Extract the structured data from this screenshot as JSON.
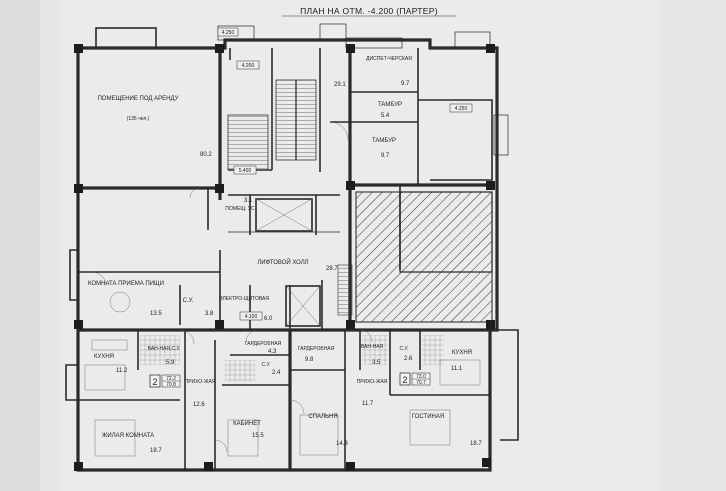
{
  "title": "ПЛАН НА ОТМ. -4.200 (ПАРТЕР)",
  "levels": [
    "4.250",
    "4.200",
    "4.250",
    "5.400",
    "4.100"
  ],
  "rooms": {
    "rental": {
      "label": "ПОМЕЩЕНИЕ ПОД АРЕНДУ",
      "sub": "(135 чел.)",
      "area": "80.2"
    },
    "dispatch": {
      "label": "ДИСПЕТ-ЧЕРСКАЯ",
      "area": "9.7"
    },
    "vestibule1": {
      "label": "ТАМБУР",
      "area": "5.4"
    },
    "vestibule2": {
      "label": "ТАМБУР",
      "area": "9.7"
    },
    "stair": {
      "area": "29.1"
    },
    "wc_pom": {
      "label": "ПОМЕЩ. УС",
      "area": "3.1"
    },
    "lift_hall": {
      "label": "ЛИФТОВОЙ ХОЛЛ",
      "area": "28.7"
    },
    "food_room": {
      "label": "КОМНАТА ПРИЕМА ПИЩИ",
      "area": "13.5"
    },
    "wc_small": {
      "label": "С.У.",
      "area": "3.8"
    },
    "electro": {
      "label": "ЭЛЕКТРО-ЩИТОВАЯ",
      "area": "6.0"
    },
    "kitchen_l": {
      "label": "КУХНЯ",
      "area": "11.2"
    },
    "bath_l": {
      "label": "ВАН-НАЯ,С.У.",
      "area": "5.9"
    },
    "wardrobe_l": {
      "label": "ГАРДЕРОБНАЯ",
      "area": "4.3"
    },
    "wardrobe_r": {
      "label": "ГАРДЕРОБНАЯ",
      "area": "9.8"
    },
    "bath_r": {
      "label": "ВАН-НАЯ",
      "area": "3.5"
    },
    "wc_r": {
      "label": "С.У.",
      "area": "2.6"
    },
    "kitchen_r": {
      "label": "КУХНЯ",
      "area": "11.1"
    },
    "hall_l": {
      "label": "ПРИХО-ЖАЯ",
      "area": "12.6"
    },
    "hall_r": {
      "label": "ПРИХО-ЖАЯ",
      "area": "11.7"
    },
    "living_l": {
      "label": "ЖИЛАЯ КОМНАТА",
      "area": "18.7"
    },
    "cabinet": {
      "label": "КАБИНЕТ",
      "area": "15.5"
    },
    "bedroom": {
      "label": "СПАЛЬНЯ",
      "area": "14.3"
    },
    "guest": {
      "label": "ГОСТИНАЯ",
      "area": "18.7"
    },
    "wc_mid": {
      "label": "С.У.",
      "area": "2.4"
    }
  },
  "apartments": [
    {
      "rooms": "2",
      "area_a": "72.2",
      "area_b": "70.8"
    },
    {
      "rooms": "2",
      "area_a": "73.0",
      "area_b": "70.7"
    }
  ]
}
